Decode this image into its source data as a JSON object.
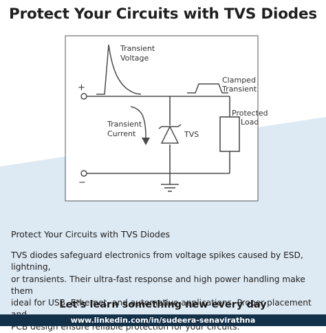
{
  "colors": {
    "accent_bg": "#dde9f3",
    "footer_bg": "#14314a",
    "line": "#4a4a4a"
  },
  "header": {
    "title": "Protect Your Circuits with TVS Diodes"
  },
  "diagram": {
    "labels": {
      "plus": "+",
      "minus": "−",
      "transient_voltage_1": "Transient",
      "transient_voltage_2": "Voltage",
      "clamped_1": "Clamped",
      "clamped_2": "Transient",
      "transient_current_1": "Transient",
      "transient_current_2": "Current",
      "tvs": "TVS",
      "protected_1": "Protected",
      "protected_2": "Load"
    }
  },
  "content": {
    "subtitle": "Protect Your Circuits with TVS Diodes",
    "body_lines": [
      "TVS diodes safeguard electronics from voltage spikes caused by ESD, lightning,",
      "or transients. Their ultra-fast response and high power handling make them",
      "ideal for USB, Ethernet, and automotive applications. Proper placement and",
      "PCB design ensure reliable protection for your circuits."
    ],
    "tagline": "Let's learn something new every day"
  },
  "footer": {
    "url": "www.linkedin.com/in/sudeera-senavirathna"
  }
}
